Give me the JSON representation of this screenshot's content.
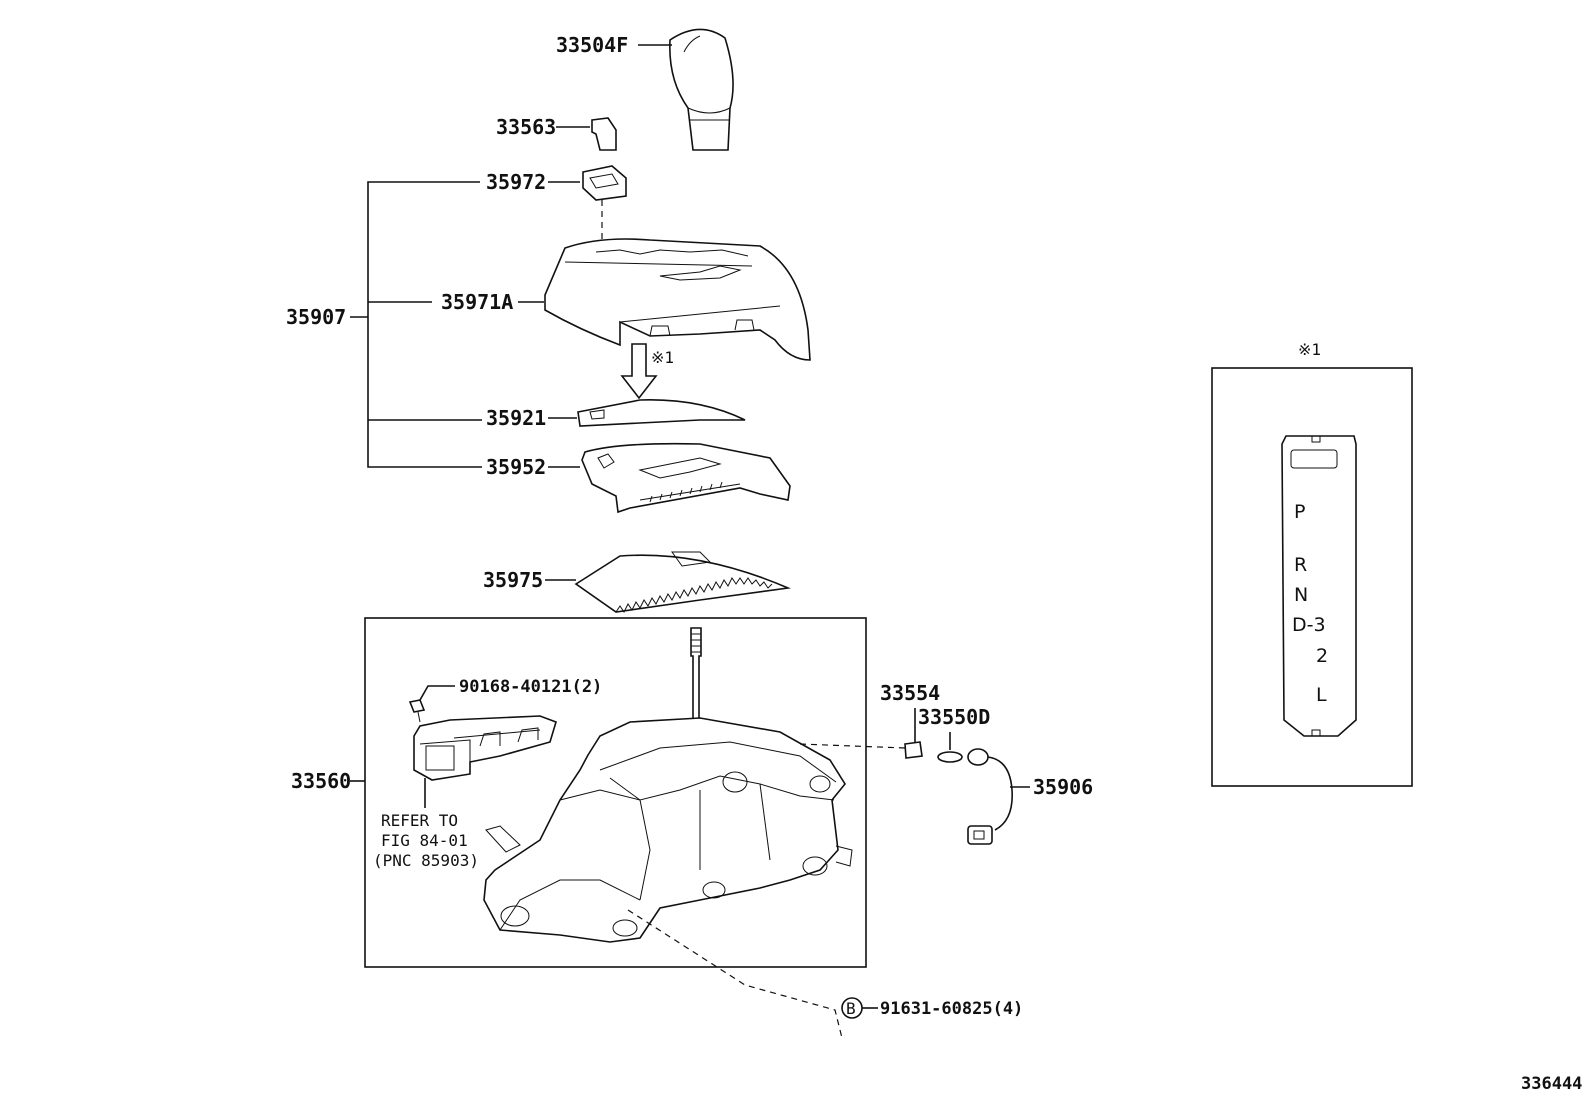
{
  "parts": {
    "p33504F": "33504F",
    "p33563": "33563",
    "p35972": "35972",
    "p35907": "35907",
    "p35971A": "35971A",
    "p35921": "35921",
    "p35952": "35952",
    "p35975": "35975",
    "p33560": "33560",
    "p90168": "90168-40121(2)",
    "p33554": "33554",
    "p33550D": "33550D",
    "p35906": "35906",
    "p91631": "91631-60825(4)"
  },
  "notes": {
    "refer_line1": "REFER TO",
    "refer_line2": "FIG 84-01",
    "refer_line3": "(PNC 85903)",
    "marker": "※1",
    "inset_title": "※1",
    "circle_b": "B"
  },
  "inset": {
    "gear_p": "P",
    "gear_r": "R",
    "gear_n": "N",
    "gear_d3": "D-3",
    "gear_2": "2",
    "gear_l": "L"
  },
  "illustration_id": "336444"
}
